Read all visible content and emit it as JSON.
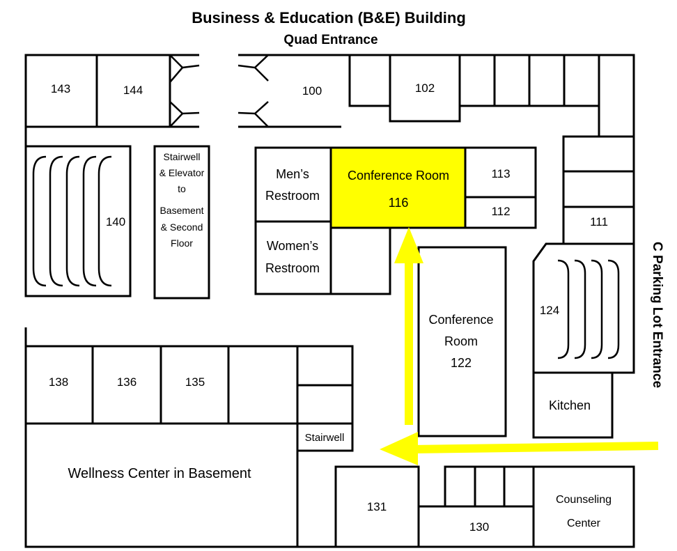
{
  "title": "Business & Education (B&E) Building",
  "entrances": {
    "quad": "Quad Entrance",
    "parking": "C Parking Lot Entrance"
  },
  "rooms": {
    "r143": "143",
    "r144": "144",
    "r100": "100",
    "r102": "102",
    "r140": "140",
    "stair_main": [
      "Stairwell",
      "& Elevator",
      "to",
      "Basement",
      "& Second",
      "Floor"
    ],
    "mens": [
      "Men’s",
      "Restroom"
    ],
    "womens": [
      "Women’s",
      "Restroom"
    ],
    "conf116": [
      "Conference Room",
      "116"
    ],
    "r113": "113",
    "r112": "112",
    "r111": "111",
    "r124": "124",
    "conf122": [
      "Conference",
      "Room",
      "122"
    ],
    "r138": "138",
    "r136": "136",
    "r135": "135",
    "stairwell": "Stairwell",
    "wellness": "Wellness Center in Basement",
    "kitchen": "Kitchen",
    "r131": "131",
    "r130": "130",
    "counseling": [
      "Counseling",
      "Center"
    ]
  },
  "colors": {
    "highlight": "#ffff00",
    "walls": "#000000"
  }
}
